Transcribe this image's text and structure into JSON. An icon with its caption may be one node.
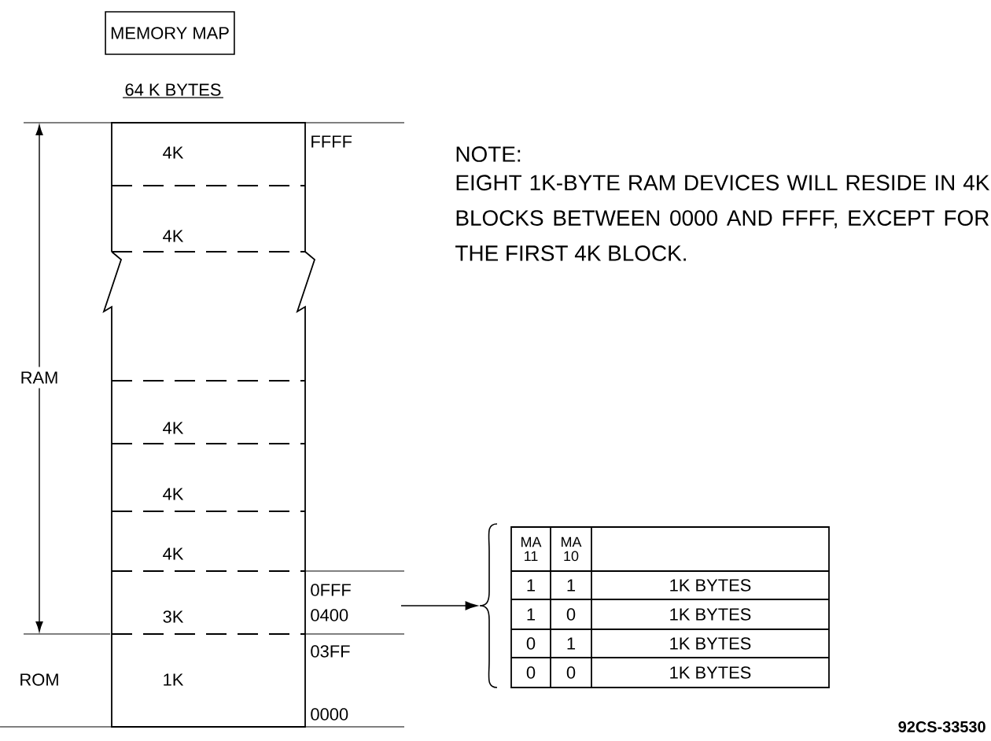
{
  "diagram": {
    "title": "MEMORY MAP",
    "nodes": [
      {
        "text": [
          "64 K BYTES"
        ]
      },
      {
        "text": [
          "MA 11",
          "MA 10",
          "1",
          "1",
          "1K BYTES",
          "1",
          "0",
          "1K BYTES",
          "0",
          "1",
          "1K BYTES",
          "0",
          "0",
          "1K BYTES"
        ]
      }
    ],
    "edges": [
      {
        "from": null,
        "to": 1,
        "arrow": "to"
      }
    ],
    "labels": [
      "FFFF",
      "4K",
      "4K",
      "NOTE:",
      "EIGHT 1K-BYTE RAM DEVICES WILL RESIDE IN 4K BLOCKS BETWEEN 0000 AND FFFF, EXCEPT FOR THE FIRST 4K BLOCK.",
      "RAM",
      "4K",
      "4K",
      "4K",
      "0FFF",
      "3K",
      "0400",
      "03FF",
      "ROM",
      "1K",
      "0000",
      "92CS-33530"
    ]
  }
}
